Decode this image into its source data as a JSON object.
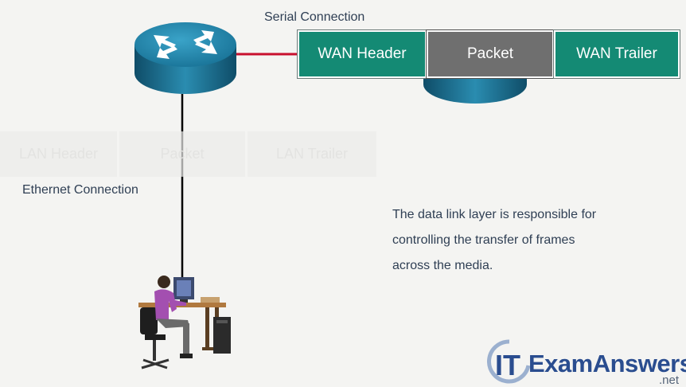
{
  "serial_label": "Serial Connection",
  "ethernet_label": "Ethernet Connection",
  "wan_frame": {
    "header": "WAN Header",
    "packet": "Packet",
    "trailer": "WAN Trailer"
  },
  "lan_frame": {
    "header": "LAN Header",
    "packet": "Packet",
    "trailer": "LAN Trailer"
  },
  "description": {
    "line1": "The data link layer is responsible for",
    "line2": "controlling the transfer of frames",
    "line3": "across the media."
  },
  "logo": {
    "badge": "IT",
    "name": "ExamAnswers",
    "suffix": ".net"
  },
  "colors": {
    "wan_green": "#148a74",
    "packet_gray": "#6f6f6f",
    "router_blue": "#1d6d8c",
    "serial_red": "#c8102e",
    "ethernet_black": "#000000"
  },
  "icons": [
    "router-icon",
    "workstation-user-icon"
  ]
}
